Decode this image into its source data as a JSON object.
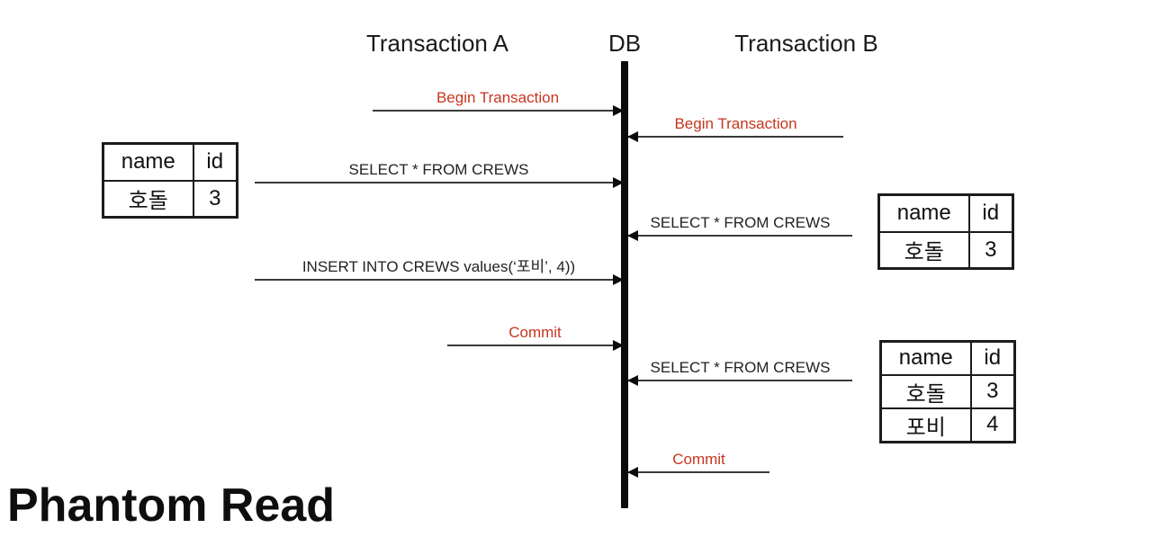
{
  "diagram": {
    "caption": "Phantom Read",
    "colors": {
      "accent_red": "#c6361f",
      "line_black": "#0b0b0b",
      "background": "#ffffff"
    },
    "lifelines": [
      {
        "label": "Transaction A"
      },
      {
        "label": "DB"
      },
      {
        "label": "Transaction B"
      }
    ],
    "messages": [
      {
        "label": "Begin Transaction",
        "from": "Transaction A",
        "to": "DB",
        "direction": "right",
        "color": "red"
      },
      {
        "label": "Begin Transaction",
        "from": "Transaction B",
        "to": "DB",
        "direction": "left",
        "color": "red"
      },
      {
        "label": "SELECT * FROM CREWS",
        "from": "Transaction A",
        "to": "DB",
        "direction": "right",
        "color": "black"
      },
      {
        "label": "SELECT * FROM CREWS",
        "from": "Transaction B",
        "to": "DB",
        "direction": "left",
        "color": "black"
      },
      {
        "label": "INSERT INTO CREWS values(‘포비’, 4))",
        "from": "Transaction A",
        "to": "DB",
        "direction": "right",
        "color": "black"
      },
      {
        "label": "Commit",
        "from": "Transaction A",
        "to": "DB",
        "direction": "right",
        "color": "red"
      },
      {
        "label": "SELECT * FROM CREWS",
        "from": "Transaction B",
        "to": "DB",
        "direction": "left",
        "color": "black"
      },
      {
        "label": "Commit",
        "from": "Transaction B",
        "to": "DB",
        "direction": "left",
        "color": "red"
      }
    ],
    "tables": [
      {
        "side": "left",
        "belongs_to": "Transaction A first SELECT",
        "headers": [
          "name",
          "id"
        ],
        "rows": [
          [
            "호돌",
            "3"
          ]
        ]
      },
      {
        "side": "right",
        "belongs_to": "Transaction B first SELECT",
        "headers": [
          "name",
          "id"
        ],
        "rows": [
          [
            "호돌",
            "3"
          ]
        ]
      },
      {
        "side": "right",
        "belongs_to": "Transaction B second SELECT",
        "headers": [
          "name",
          "id"
        ],
        "rows": [
          [
            "호돌",
            "3"
          ],
          [
            "포비",
            "4"
          ]
        ]
      }
    ]
  }
}
